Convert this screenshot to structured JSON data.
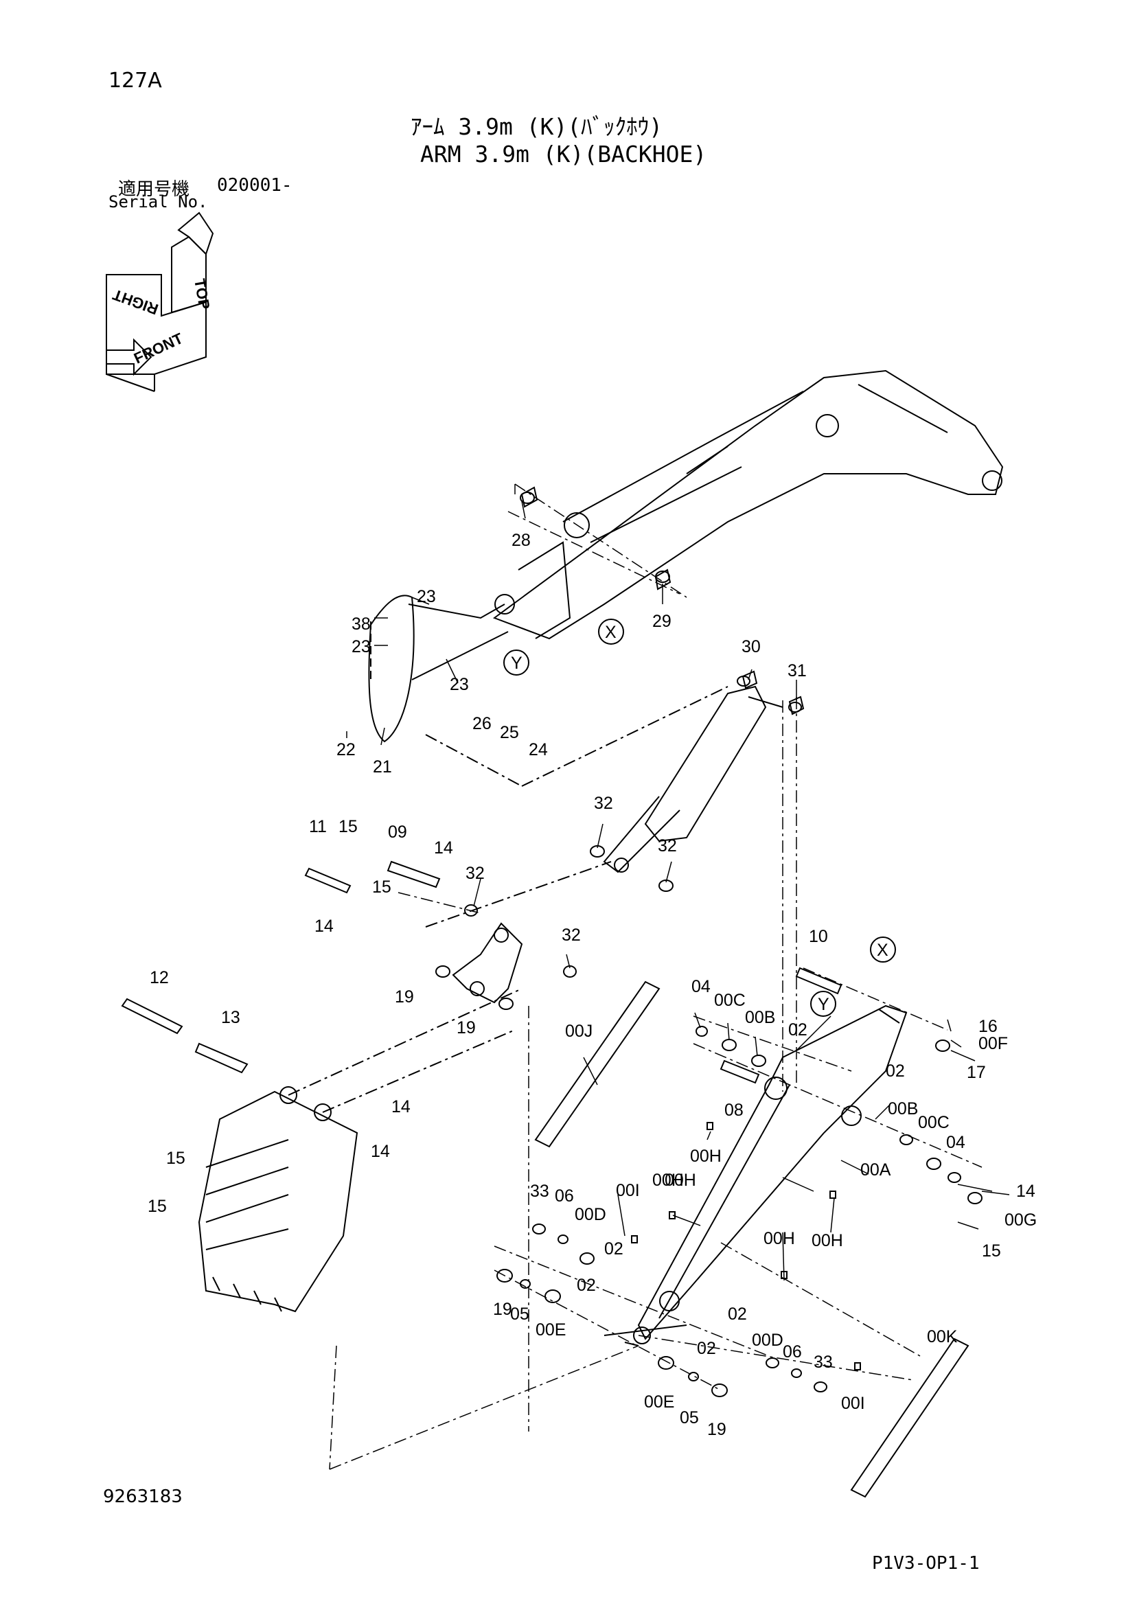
{
  "page_number": "127A",
  "title": {
    "japanese": "ｱｰﾑ 3.9m (K)(ﾊﾞｯｸﾎｳ)",
    "english": "ARM 3.9m (K)(BACKHOE)"
  },
  "serial": {
    "label_jp": "適用号機",
    "value": "020001-",
    "label_en": "Serial No."
  },
  "orientation_cube": {
    "labels": [
      "TOP",
      "RIGHT",
      "FRONT"
    ]
  },
  "part_callouts": [
    "28",
    "29",
    "23",
    "38",
    "23",
    "23",
    "22",
    "21",
    "26",
    "25",
    "24",
    "30",
    "31",
    "32",
    "32",
    "11",
    "15",
    "09",
    "14",
    "32",
    "15",
    "14",
    "32",
    "12",
    "13",
    "19",
    "19",
    "14",
    "14",
    "15",
    "15",
    "10",
    "04",
    "00C",
    "00B",
    "02",
    "16",
    "00F",
    "17",
    "00J",
    "08",
    "02",
    "00B",
    "00C",
    "04",
    "00A",
    "00H",
    "00H",
    "14",
    "00G",
    "15",
    "33",
    "06",
    "00I",
    "00H",
    "00D",
    "02",
    "00H",
    "00H",
    "02",
    "19",
    "05",
    "00E",
    "02",
    "02",
    "00D",
    "06",
    "33",
    "00I",
    "00E",
    "05",
    "19",
    "00K"
  ],
  "reference_markers": [
    "X",
    "Y",
    "Y",
    "X"
  ],
  "footer": {
    "drawing_number": "9263183",
    "sheet_code": "P1V3-OP1-1"
  }
}
